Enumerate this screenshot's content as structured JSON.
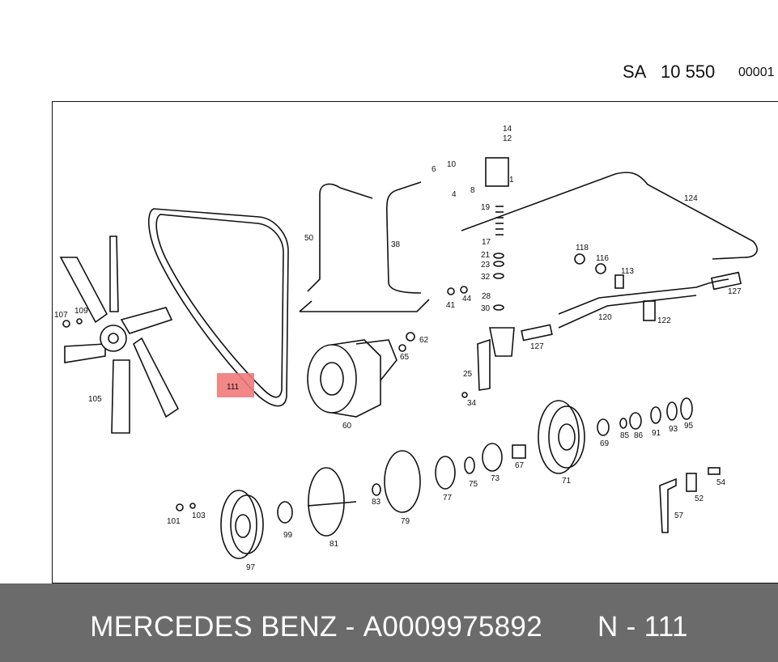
{
  "header": {
    "sa_label": "SA",
    "sa_number": "10 550",
    "code": "00001"
  },
  "diagram": {
    "highlight_part": "111",
    "highlight_color": "#f07a7a",
    "callouts": [
      "14",
      "12",
      "1",
      "6",
      "10",
      "8",
      "4",
      "19",
      "124",
      "17",
      "21",
      "23",
      "32",
      "28",
      "30",
      "118",
      "116",
      "113",
      "127",
      "120",
      "122",
      "50",
      "38",
      "41",
      "44",
      "62",
      "65",
      "107",
      "109",
      "105",
      "60",
      "25",
      "34",
      "127",
      "69",
      "85",
      "86",
      "91",
      "93",
      "95",
      "101",
      "103",
      "97",
      "99",
      "81",
      "83",
      "79",
      "77",
      "75",
      "73",
      "67",
      "71",
      "52",
      "54",
      "57"
    ]
  },
  "footer": {
    "brand": "MERCEDES BENZ",
    "separator": "-",
    "part_number": "A0009975892",
    "ref_prefix": "N - 111"
  }
}
